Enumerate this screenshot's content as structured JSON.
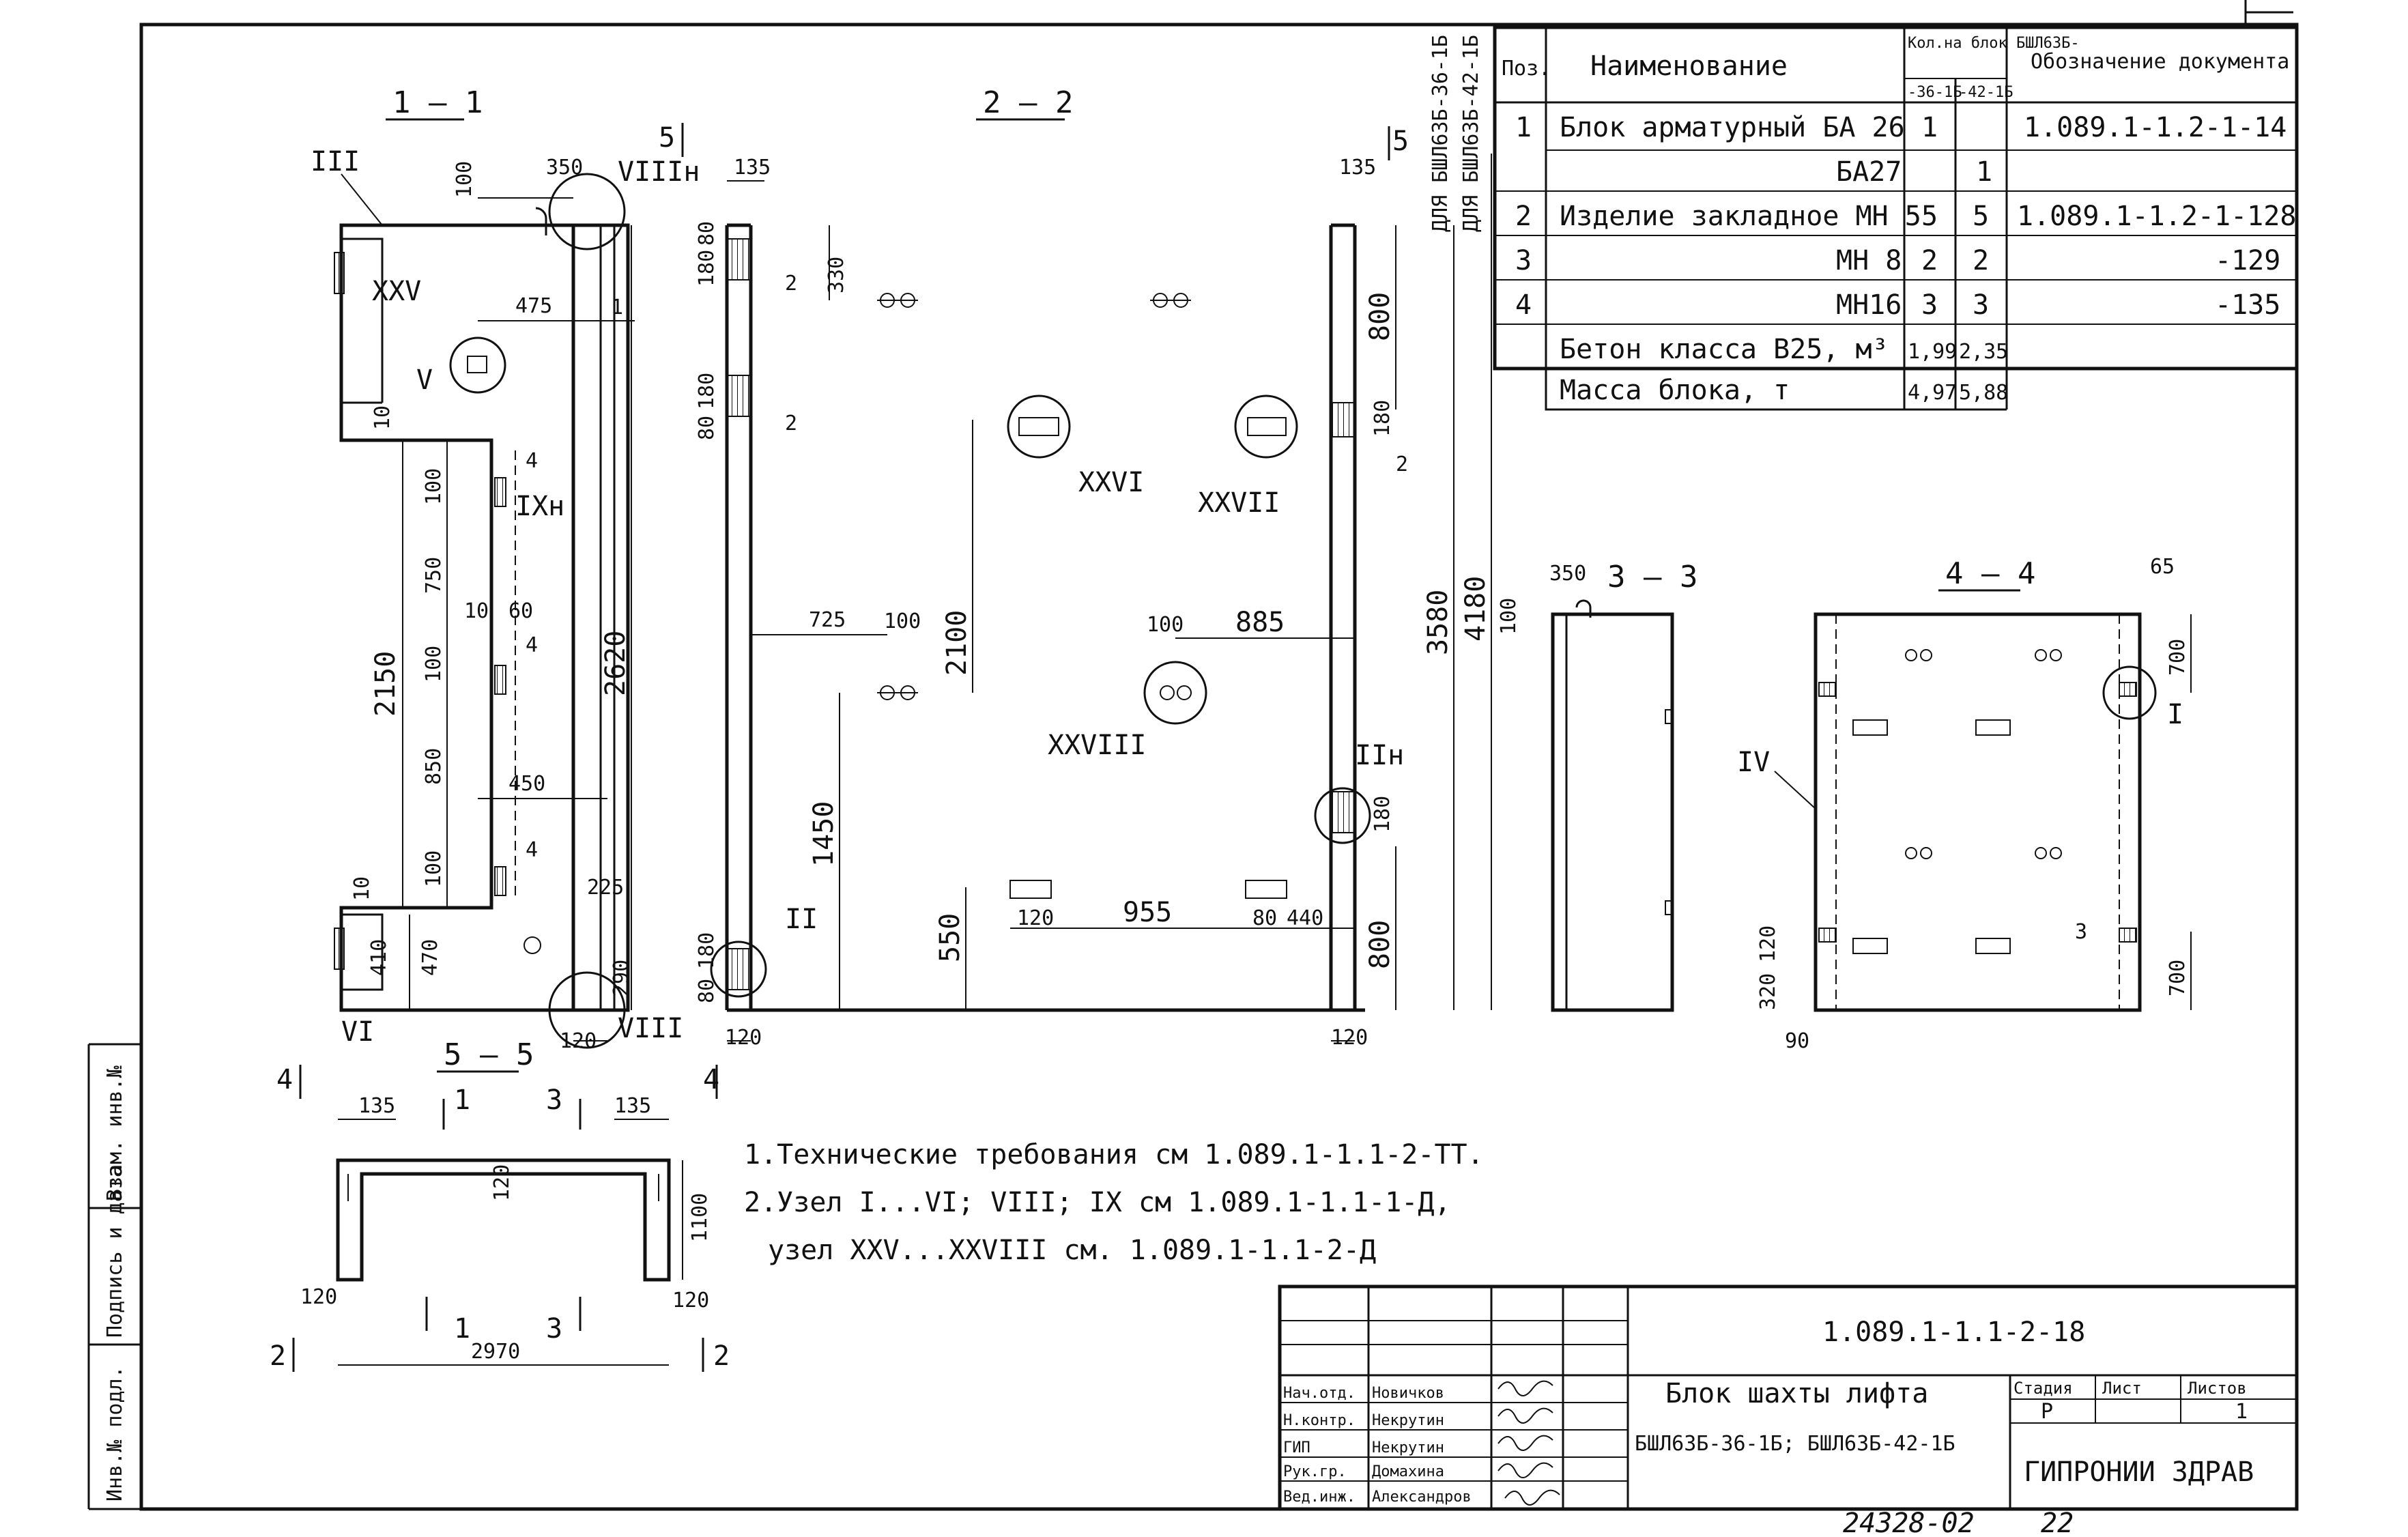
{
  "sections": {
    "s11": "1 – 1",
    "s22": "2 – 2",
    "s33": "3 – 3",
    "s44": "4 – 4",
    "s55": "5 – 5",
    "cut5a": "5",
    "cut5b": "5",
    "cut4a": "4",
    "cut4b": "4",
    "cut2a": "2",
    "cut2b": "2"
  },
  "side_label_1": "ДЛЯ БШЛ63Б-36-1Б",
  "side_label_2": "ДЛЯ БШЛ63Б-42-1Б",
  "dims": {
    "d350": "350",
    "d100a": "100",
    "d475": "475",
    "d10a": "10",
    "d100b": "100",
    "d750": "750",
    "d10b": "10",
    "d60": "60",
    "d100c": "100",
    "d2150": "2150",
    "d2620": "2620",
    "d450": "450",
    "d850": "850",
    "d100d": "100",
    "d10c": "10",
    "d225": "225",
    "d410": "410",
    "d470": "470",
    "d290": "290",
    "d120a": "120",
    "d135a": "135",
    "d80a": "80",
    "d180a": "180",
    "d330": "330",
    "d180b": "180",
    "d80b": "80",
    "d725": "725",
    "d100e": "100",
    "d2100": "2100",
    "d1450": "1450",
    "d550": "550",
    "d180c": "180",
    "d80c": "80",
    "d120b": "120",
    "d100f": "100",
    "d885": "885",
    "d120c": "120",
    "d955": "955",
    "d80d": "80",
    "d440": "440",
    "d135b": "135",
    "d800a": "800",
    "d180d": "180",
    "d3580": "3580",
    "d4180": "4180",
    "d180e": "180",
    "d800b": "800",
    "d120d": "120",
    "d350b": "350",
    "d100g": "100",
    "d65": "65",
    "d700a": "700",
    "d120e": "120",
    "d320": "320",
    "d700b": "700",
    "d90": "90",
    "d135c": "135",
    "d1": "1",
    "d3": "3",
    "d135d": "135",
    "d120f": "120",
    "d1100": "1100",
    "d120g": "120",
    "d120h": "120",
    "d2970": "2970",
    "d1b": "1",
    "d3b": "3"
  },
  "nodes": {
    "III": "III",
    "VIIIn": "VIIIн",
    "XXV": "XXV",
    "V": "V",
    "IXn": "IXн",
    "VI": "VI",
    "VIII": "VIII",
    "XXVI": "XXVI",
    "XXVII": "XXVII",
    "XXVIII": "XXVIII",
    "II": "II",
    "IIn": "IIн",
    "IV": "IV",
    "I": "I"
  },
  "pos_marks": {
    "p1a": "1",
    "p4a": "4",
    "p4b": "4",
    "p4c": "4",
    "p2a": "2",
    "p2b": "2",
    "p2c": "2",
    "p3a": "3"
  },
  "spec_table": {
    "head_pos": "Поз.",
    "head_name": "Наименование",
    "head_qty": "Кол.на блок БШЛ63Б-",
    "head_qty_a": "-36-1Б",
    "head_qty_b": "-42-1Б",
    "head_doc": "Обозначение документа",
    "rows": [
      {
        "pos": "1",
        "name": "Блок арматурный БА 26",
        "a": "1",
        "b": "",
        "doc": "1.089.1-1.2-1-14"
      },
      {
        "pos": "",
        "name": "БА27",
        "a": "",
        "b": "1",
        "doc": ""
      },
      {
        "pos": "2",
        "name": "Изделие закладное МН 5",
        "a": "5",
        "b": "5",
        "doc": "1.089.1-1.2-1-128"
      },
      {
        "pos": "3",
        "name": "МН 8",
        "a": "2",
        "b": "2",
        "doc": "-129"
      },
      {
        "pos": "4",
        "name": "МН16",
        "a": "3",
        "b": "3",
        "doc": "-135"
      },
      {
        "pos": "",
        "name": "Бетон класса В25, м³",
        "a": "1,99",
        "b": "2,35",
        "doc": ""
      },
      {
        "pos": "",
        "name": "Масса блока, т",
        "a": "4,97",
        "b": "5,88",
        "doc": ""
      }
    ]
  },
  "notes": {
    "n1": "1.Технические требования см 1.089.1-1.1-2-ТТ.",
    "n2": "2.Узел I...VI; VIII; IX  см 1.089.1-1.1-1-Д,",
    "n3": "узел XXV...XXVIII см. 1.089.1-1.1-2-Д"
  },
  "left_margin": {
    "m1": "Инв.№ подл.",
    "m2": "Подпись и дата",
    "m3": "Взам. инв.№"
  },
  "title_block": {
    "code": "1.089.1-1.1-2-18",
    "title1": "Блок шахты  лифта",
    "title2": "БШЛ63Б-36-1Б; БШЛ63Б-42-1Б",
    "stage_h": "Стадия",
    "sheet_h": "Лист",
    "sheets_h": "Листов",
    "stage": "Р",
    "sheet": "",
    "sheets": "1",
    "org": "ГИПРОНИИ ЗДРАВ",
    "roles": [
      {
        "role": "Нач.отд.",
        "name": "Новичков"
      },
      {
        "role": "Н.контр.",
        "name": "Некрутин"
      },
      {
        "role": "ГИП",
        "name": "Некрутин"
      },
      {
        "role": "Рук.гр.",
        "name": "Домахина"
      },
      {
        "role": "Вед.инж.",
        "name": "Александров"
      }
    ]
  },
  "footer": {
    "inv": "24328-02",
    "page": "22"
  }
}
